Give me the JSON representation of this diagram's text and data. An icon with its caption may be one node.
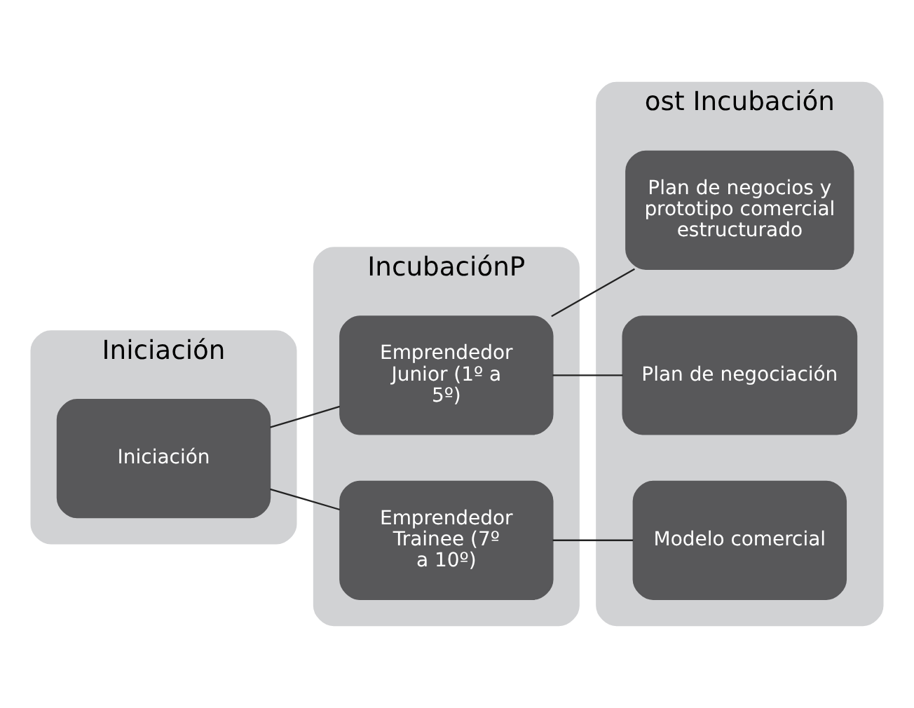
{
  "diagram": {
    "nodes": [
      {
        "text": [
          "Iniciación"
        ]
      },
      {
        "text": [
          "Iniciación"
        ],
        "in": 0
      },
      {
        "text": [
          "IncubaciónP"
        ]
      },
      {
        "text": [
          "Emprendedor Junior (1º a 5º)"
        ],
        "in": 2
      },
      {
        "text": [
          "Emprendedor Trainee (7º a 10º)"
        ],
        "in": 2
      },
      {
        "text": [
          "ost Incubación"
        ]
      },
      {
        "text": [
          "Plan de negocios y prototipo comercial estructurado"
        ],
        "in": 5
      },
      {
        "text": [
          "Plan de negociación"
        ],
        "in": 5
      },
      {
        "text": [
          "Modelo comercial"
        ],
        "in": 5
      }
    ],
    "edges": [
      {
        "from": 1,
        "to": 3,
        "arrow": "none"
      },
      {
        "from": 1,
        "to": 4,
        "arrow": "none"
      },
      {
        "from": 3,
        "to": 6,
        "arrow": "none"
      },
      {
        "from": 3,
        "to": 7,
        "arrow": "none"
      },
      {
        "from": 4,
        "to": 8,
        "arrow": "none"
      }
    ]
  }
}
